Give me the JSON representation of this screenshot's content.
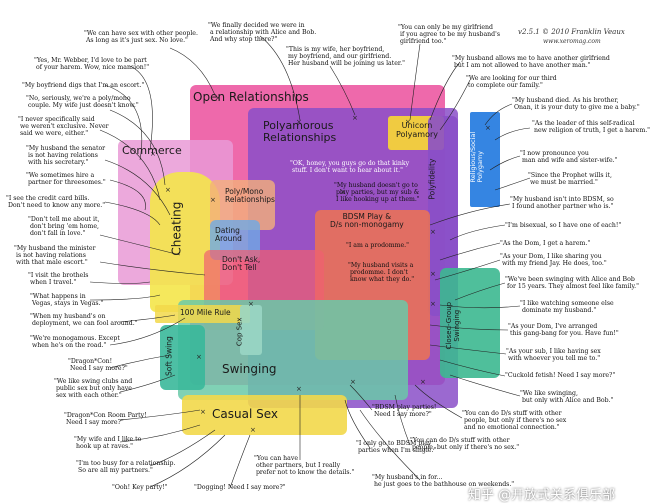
{
  "credit": {
    "line1": "v2.5.1 © 2010 Franklin Veaux",
    "line2": "www.xeromag.com"
  },
  "watermark": "知乎 @开放式关系俱乐部",
  "regions": {
    "open_relationships": "Open Relationships",
    "polyamorous_relationships": "Polyamorous\nRelationships",
    "unicorn_polyamory": "Unicorn\nPolyamory",
    "polyfidelity": "Polyfidelity",
    "religious_social_polygamy": "Religious/Social\nPolygamy",
    "commerce": "Commerce",
    "cheating": "Cheating",
    "poly_mono": "Poly/Mono\nRelationships",
    "dating_around": "Dating\nAround",
    "bdsm": "BDSM Play &\nD/s non-monogamy",
    "dont_ask": "Don't Ask,\nDon't Tell",
    "hundred_mile": "100 Mile Rule",
    "cop_sex": "Cop Sex",
    "soft_swing": "Soft Swing",
    "swinging": "Swinging",
    "closed_group_swinging": "Closed-Group\nSwinging",
    "casual_sex": "Casual Sex"
  },
  "colors": {
    "open": "#e8378f",
    "poly": "#8a4fc8",
    "unicorn": "#f4d23a",
    "polyfidelity": "#8a4fc8",
    "religious": "#2a7ee0",
    "commerce": "#e99ad6",
    "cheating": "#f4e64a",
    "polymono": "#f3b07a",
    "dating": "#9fd6f4",
    "bdsm": "#ff7a3a",
    "dontask": "#f06070",
    "cop": "#9ad6c4",
    "swinging": "#6ac9a8",
    "softswing": "#3ab89a",
    "casual": "#f2d84a",
    "closedgroup": "#3cb890"
  },
  "quotes": {
    "q1": "\"We can have sex with other people.\n As long as it's just sex. No love.\"",
    "q2": "\"We finally decided we were in\n a relationship with Alice and Bob.\n And why stop there?\"",
    "q3": "\"You can only be my girlfriend\n if you agree to be my husband's\n girlfriend too.\"",
    "q4": "\"Yes, Mr. Webber, I'd love to be part\n of your harem. Wow, nice mansion!\"",
    "q5": "\"This is my wife, her boyfriend,\n my boyfriend, and our girlfriend.\n Her husband will be joining us later.\"",
    "q6": "\"My husband allows me to have another girlfriend\n but I am not allowed to have another man.\"",
    "q7": "\"My boyfriend digs that I'm an escort.\"",
    "q8": "\"We are looking for our third\n to complete our family.\"",
    "q9": "\"No, seriously, we're a poly/mono\n couple. My wife just doesn't know.\"",
    "q10": "\"My husband died. As his brother,\n Onan, it is your duty to give me a baby.\"",
    "q11": "\"I never specifically said\n we weren't exclusive. Never\n said we were, either.\"",
    "q12": "\"As the leader of this self-radical\n new religion of truth, I get a harem.\"",
    "q13": "\"My husband the senator\n is not having relations\n with his secretary.\"",
    "q14": "\"I now pronounce you\n man and wife and sister-wife.\"",
    "q15": "\"We sometimes hire a\n partner for threesomes.\"",
    "q16": "\"Since the Prophet wills it,\n we must be married.\"",
    "q17": "\"I see the credit card bills.\n Don't need to know any more.\"",
    "q18": "\"My husband isn't into BDSM, so\n I found another partner who is.\"",
    "q19": "\"Don't tell me about it,\n don't bring 'em home,\n don't fall in love.\"",
    "q20": "\"I'm bisexual, so I have one of each!\"",
    "q21": "\"My husband the minister\n is not having relations\n with that male escort.\"",
    "q22": "\"As the Dom, I get a harem.\"",
    "q23": "\"I visit the brothels\n when I travel.\"",
    "q24": "\"As your Dom, I like sharing you\n with my friend Jay. He does, too.\"",
    "q25": "\"What happens in\n Vegas, stays in Vegas.\"",
    "q26": "\"We've been swinging with Alice and Bob\n for 15 years. They almost feel like family.\"",
    "q27": "\"When my husband's on\n deployment, we can fool around.\"",
    "q28": "\"I like watching someone else\n dominate my husband.\"",
    "q29": "\"We're monogamous. Except\n when he's on the road.\"",
    "q30": "\"As your Dom, I've arranged\n this gang-bang for you. Have fun!\"",
    "q31": "\"Dragon*Con!\n Need I say more?\"",
    "q32": "\"As your sub, I like having sex\n with whoever you tell me to.\"",
    "q33": "\"We like swing clubs and\n public sex but only have\n sex with each other.\"",
    "q34": "\"Cuckold fetish! Need I say more?\"",
    "q35": "\"Dragon*Con Room Party!\n Need I say more?\"",
    "q36": "\"We like swinging,\n but only with Alice and Bob.\"",
    "q37": "\"My wife and I like to\n hook up at raves.\"",
    "q38": "\"You can do D/s stuff with other\n people, but only if there's no sex\n and no emotional connection.\"",
    "q39": "\"I'm too busy for a relationship.\n So are all my partners.\"",
    "q40": "\"You can do D/s stuff with other\n people, but only if there's no sex.\"",
    "q41": "\"Ooh! Key party!\"",
    "q42": "\"Dogging! Need I say more?\"",
    "q43": "\"You can have\n other partners, but I really\n prefer not to know the details.\"",
    "q44": "\"BDSM play parties!\n Need I say more?\"",
    "q45": "\"I only go to BDSM play\n parties when I'm single.\"",
    "q46": "\"My husband's in for...\n he just goes to the bathhouse on weekends.\"",
    "q47": "\"OK, honey, you guys go do that kinky\n stuff. I don't want to hear about it.\"",
    "q48": "\"My husband doesn't go to\n play parties, but my sub &\n I like hooking up at them.\"",
    "q49": "\"I am a prodomme.\"",
    "q50": "\"My husband visits a\n prodomme. I don't\n know what they do.\""
  }
}
